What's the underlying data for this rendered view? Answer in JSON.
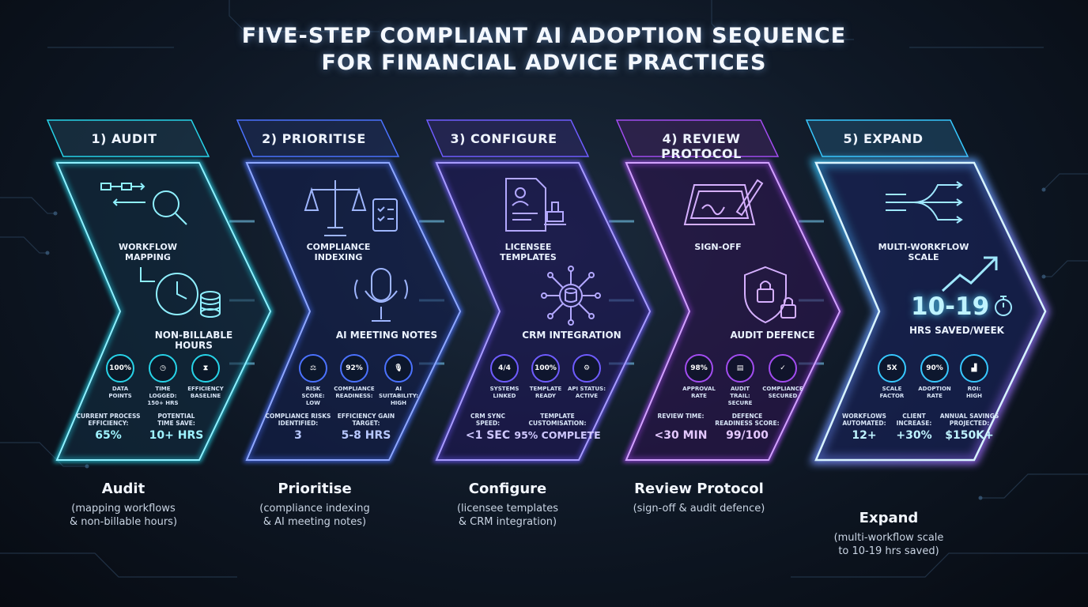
{
  "title": {
    "line1": "FIVE-STEP COMPLIANT AI ADOPTION SEQUENCE",
    "line2": "FOR FINANCIAL ADVICE PRACTICES"
  },
  "colors": {
    "stage1": "#27d3e8",
    "stage2": "#4b72ff",
    "stage3": "#6f5cff",
    "stage4": "#a24cf0",
    "stage5": "#37c8ff"
  },
  "stages": [
    {
      "tab": "1) AUDIT",
      "icon_top": "workflow-magnifier-icon",
      "cap_top": [
        "WORKFLOW",
        "MAPPING"
      ],
      "icon_mid": "clock-coins-icon",
      "cap_mid": "NON-BILLABLE HOURS",
      "metrics": [
        {
          "value": "100%",
          "label": [
            "DATA",
            "POINTS"
          ]
        },
        {
          "icon": "clock-icon",
          "label": [
            "TIME LOGGED:",
            "150+ HRS"
          ]
        },
        {
          "icon": "hourglass-icon",
          "label": [
            "EFFICIENCY",
            "BASELINE"
          ]
        }
      ],
      "stats": [
        {
          "label": [
            "CURRENT PROCESS",
            "EFFICIENCY:"
          ],
          "value": "65%"
        },
        {
          "label": [
            "POTENTIAL",
            "TIME SAVE:"
          ],
          "value": "10+ HRS"
        }
      ],
      "foot_name": "Audit",
      "foot_desc": [
        "(mapping workflows",
        "& non-billable hours)"
      ]
    },
    {
      "tab": "2) PRIORITISE",
      "icon_top": "scales-checklist-icon",
      "cap_top": [
        "COMPLIANCE",
        "INDEXING"
      ],
      "icon_mid": "microphone-icon",
      "cap_mid": "AI MEETING NOTES",
      "metrics": [
        {
          "icon": "scales-icon",
          "label": [
            "RISK SCORE:",
            "LOW"
          ]
        },
        {
          "value": "92%",
          "label": [
            "COMPLIANCE",
            "READINESS:"
          ]
        },
        {
          "icon": "mic-icon",
          "label": [
            "AI SUITABILITY:",
            "HIGH"
          ]
        }
      ],
      "stats": [
        {
          "label": [
            "COMPLIANCE RISKS",
            "IDENTIFIED:"
          ],
          "value": "3"
        },
        {
          "label": [
            "EFFICIENCY GAIN",
            "TARGET:"
          ],
          "value": "5-8 HRS"
        }
      ],
      "foot_name": "Prioritise",
      "foot_desc": [
        "(compliance indexing",
        "& AI meeting notes)"
      ]
    },
    {
      "tab": "3) CONFIGURE",
      "icon_top": "document-stamp-icon",
      "cap_top": [
        "LICENSEE",
        "TEMPLATES"
      ],
      "icon_mid": "database-network-icon",
      "cap_mid": "CRM INTEGRATION",
      "metrics": [
        {
          "value": "4/4",
          "label": [
            "SYSTEMS",
            "LINKED"
          ]
        },
        {
          "value": "100%",
          "label": [
            "TEMPLATE",
            "READY"
          ]
        },
        {
          "icon": "gear-icon",
          "label": [
            "API STATUS:",
            "ACTIVE"
          ]
        }
      ],
      "stats": [
        {
          "label": [
            "CRM SYNC",
            "SPEED:"
          ],
          "value": "<1 SEC"
        },
        {
          "label": [
            "TEMPLATE",
            "CUSTOMISATION:"
          ],
          "value": "95% COMPLETE"
        }
      ],
      "foot_name": "Configure",
      "foot_desc": [
        "(licensee templates",
        "& CRM integration)"
      ]
    },
    {
      "tab": "4) REVIEW PROTOCOL",
      "icon_top": "tablet-pen-icon",
      "cap_top": [
        "SIGN-OFF"
      ],
      "icon_mid": "shield-lock-icon",
      "cap_mid": "AUDIT DEFENCE",
      "metrics": [
        {
          "value": "98%",
          "label": [
            "APPROVAL",
            "RATE"
          ]
        },
        {
          "icon": "document-icon",
          "label": [
            "AUDIT TRAIL:",
            "SECURE"
          ]
        },
        {
          "icon": "shield-check-icon",
          "label": [
            "COMPLIANCE",
            "SECURED"
          ]
        }
      ],
      "stats": [
        {
          "label": [
            "REVIEW TIME:"
          ],
          "value": "<30 MIN"
        },
        {
          "label": [
            "DEFENCE",
            "READINESS SCORE:"
          ],
          "value": "99/100"
        }
      ],
      "foot_name": "Review Protocol",
      "foot_desc": [
        "(sign-off & audit defence)"
      ]
    },
    {
      "tab": "5) EXPAND",
      "icon_top": "branching-arrows-icon",
      "cap_top": [
        "MULTI-WORKFLOW",
        "SCALE"
      ],
      "icon_mid": "trend-up-stopwatch-icon",
      "big_value": "10-19",
      "big_label": "HRS SAVED/WEEK",
      "metrics": [
        {
          "value": "5X",
          "label": [
            "SCALE",
            "FACTOR"
          ]
        },
        {
          "value": "90%",
          "label": [
            "ADOPTION",
            "RATE"
          ]
        },
        {
          "icon": "bar-chart-icon",
          "label": [
            "ROI:",
            "HIGH"
          ]
        }
      ],
      "stats": [
        {
          "label": [
            "WORKFLOWS",
            "AUTOMATED:"
          ],
          "value": "12+"
        },
        {
          "label": [
            "CLIENT",
            "INCREASE:"
          ],
          "value": "+30%"
        },
        {
          "label": [
            "ANNUAL SAVINGS",
            "PROJECTED:"
          ],
          "value": "$150K+"
        }
      ],
      "foot_name": "Expand",
      "foot_desc": [
        "(multi-workflow scale",
        "to 10-19 hrs saved)"
      ]
    }
  ]
}
